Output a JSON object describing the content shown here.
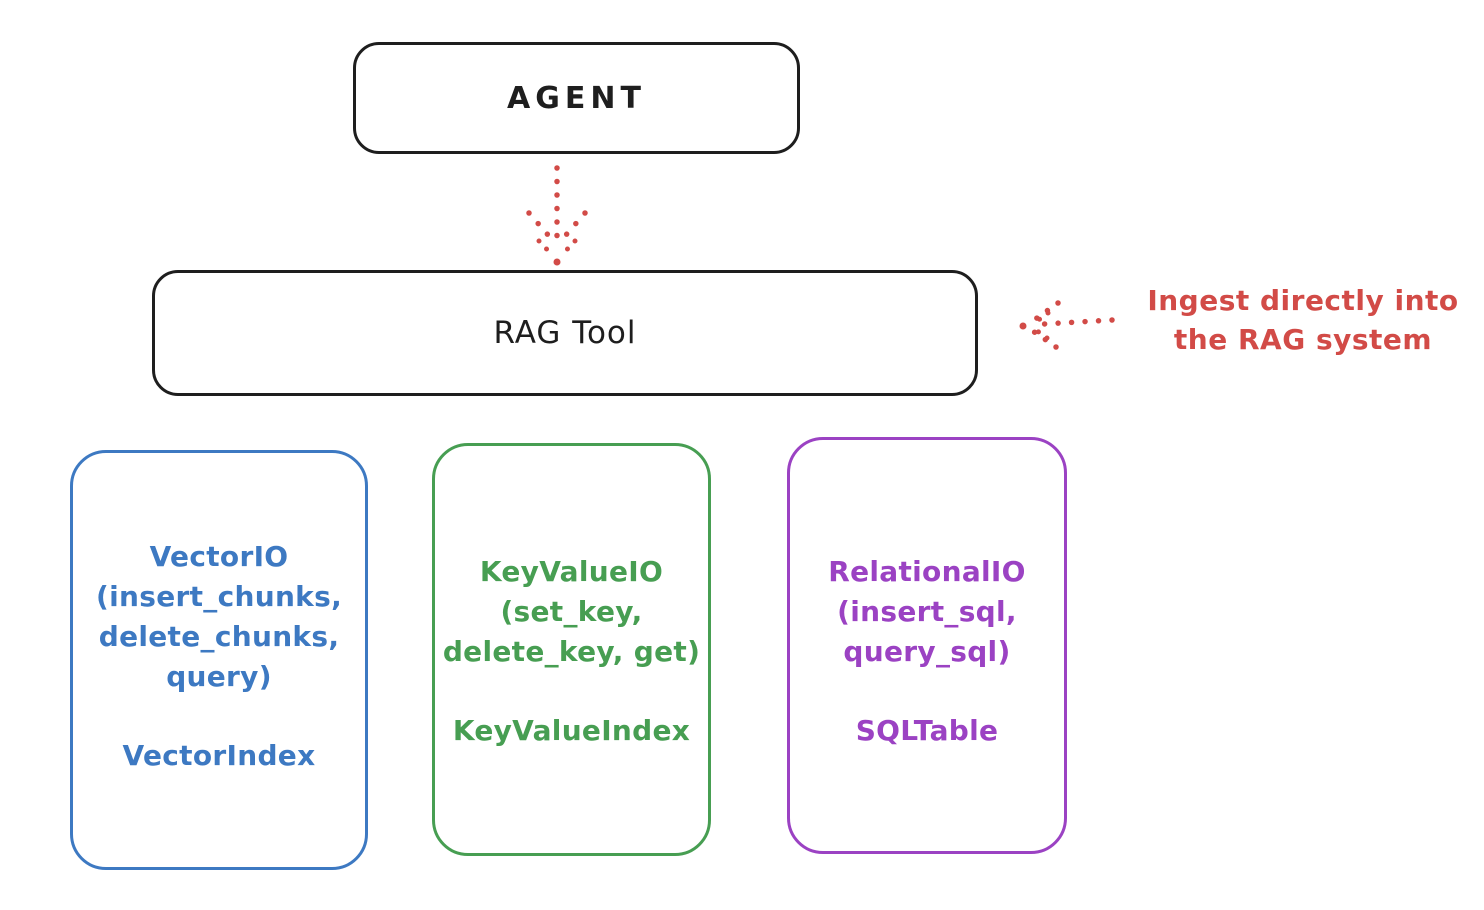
{
  "colors": {
    "ink": "#1e1e1e",
    "red": "#d24b47",
    "blue": "#3d79c2",
    "green": "#479e52",
    "purple": "#9b42c3"
  },
  "agent_box": {
    "label": "AGENT"
  },
  "rag_tool_box": {
    "label": "RAG Tool"
  },
  "annotation": {
    "lines": [
      "Ingest directly into",
      "the RAG system"
    ]
  },
  "io_boxes": [
    {
      "name": "vector-io",
      "color": "#3d79c2",
      "title": "VectorIO",
      "method_lines": [
        "(insert_chunks,",
        "delete_chunks,",
        "query)"
      ],
      "index_label": "VectorIndex"
    },
    {
      "name": "keyvalue-io",
      "color": "#479e52",
      "title": "KeyValueIO",
      "method_lines": [
        "(set_key,",
        "delete_key, get)"
      ],
      "index_label": "KeyValueIndex"
    },
    {
      "name": "relational-io",
      "color": "#9b42c3",
      "title": "RelationalIO",
      "method_lines": [
        "(insert_sql,",
        "query_sql)"
      ],
      "index_label": "SQLTable"
    }
  ]
}
